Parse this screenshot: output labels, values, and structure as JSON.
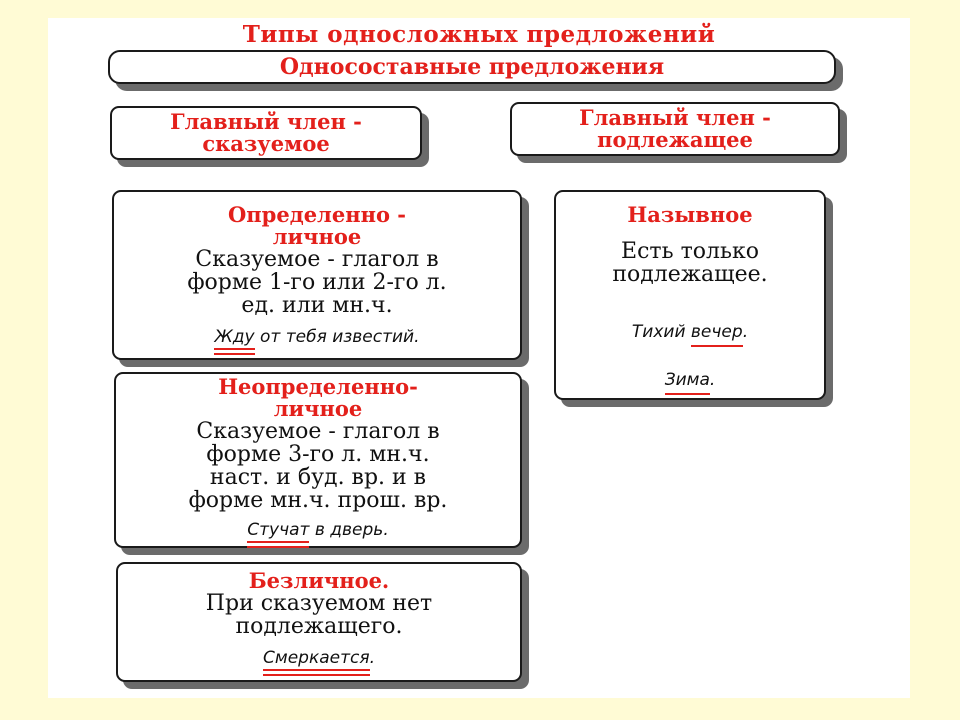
{
  "diagram": {
    "title": "Типы односложных предложений",
    "root": {
      "label": "Односоставные предложения"
    },
    "groups": [
      {
        "label": "Главный член -\nсказуемое"
      },
      {
        "label": "Главный член -\nподлежащее"
      }
    ],
    "types": {
      "definite": {
        "heading": "Определенно -\nличное",
        "body": "Сказуемое - глагол в\nформе 1-го или 2-го л.\nед. или мн.ч.",
        "example": {
          "word1": "Жду",
          "rest": " от тебя известий."
        }
      },
      "indefinite": {
        "heading": "Неопределенно-\nличное",
        "body": "Сказуемое - глагол в\nформе 3-го л. мн.ч.\nнаст. и буд. вр. и в\nформе мн.ч. прош. вр.",
        "example": {
          "word1": "Стучат",
          "rest": " в дверь."
        }
      },
      "impersonal": {
        "heading": "Безличное.",
        "body": "При сказуемом нет\nподлежащего.",
        "example": {
          "word1": "Смеркается",
          "rest": "."
        }
      },
      "nominative": {
        "heading": "Назывное",
        "body": "Есть только\nподлежащее.",
        "example1": {
          "pre": "Тихий ",
          "word1": "вечер",
          "rest": "."
        },
        "example2": {
          "word1": "Зима",
          "rest": "."
        }
      }
    }
  },
  "colors": {
    "accent": "#e3201b",
    "background": "#fffbd5",
    "shadow": "#6b6b6b"
  }
}
